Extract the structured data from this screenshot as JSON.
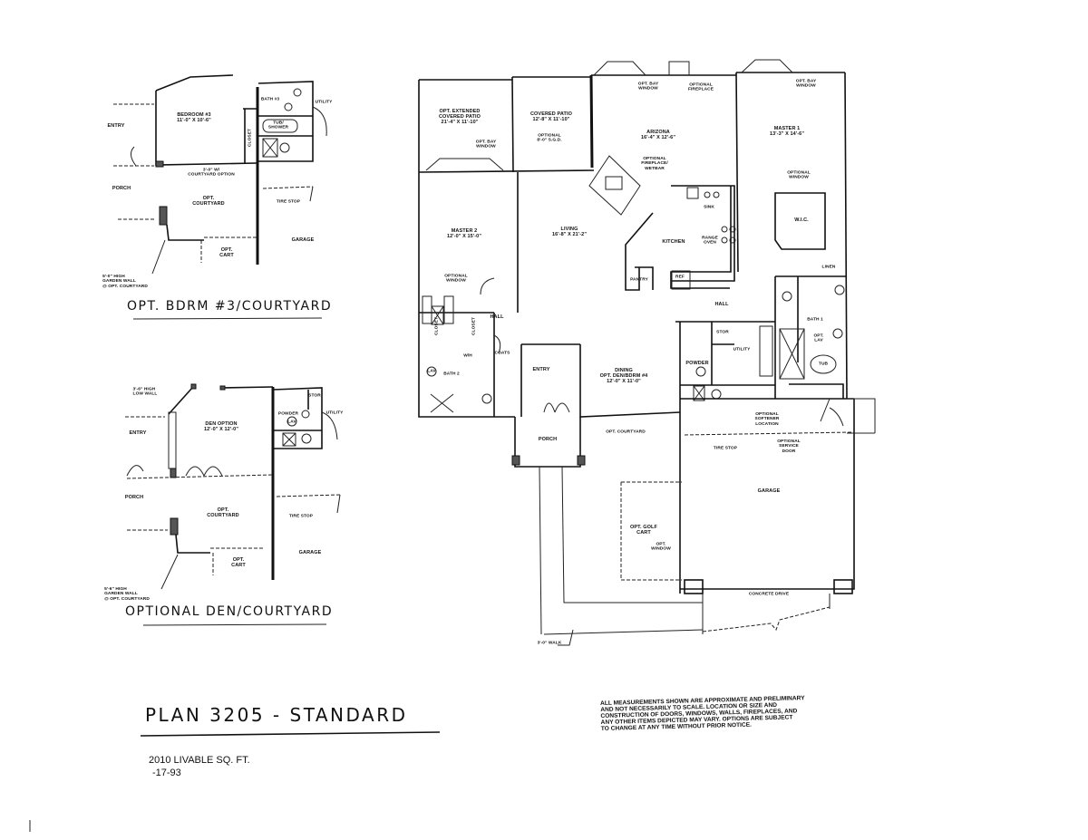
{
  "inset_bedroom3": {
    "title": "OPT. BDRM #3/COURTYARD",
    "entry": "ENTRY",
    "bedroom": "BEDROOM #3\n11'-0\" X 10'-6\"",
    "bath": "BATH #3",
    "utility": "UTILITY",
    "tub": "TUB/\nSHOWER",
    "closet": "CLOSET",
    "door_note": "3'-0\" W/\nCOURTYARD OPTION",
    "porch": "PORCH",
    "courtyard": "OPT.\nCOURTYARD",
    "tire_stop": "TIRE STOP",
    "garage": "GARAGE",
    "cart": "OPT.\nCART",
    "garden_wall": "5'-0\" HIGH\nGARDEN WALL\n@ OPT. COURTYARD"
  },
  "inset_den": {
    "title": "OPTIONAL DEN/COURTYARD",
    "low_wall": "3'-6\" HIGH\nLOW WALL",
    "entry": "ENTRY",
    "den": "DEN OPTION\n12'-0\" X 12'-0\"",
    "stor": "STOR",
    "utility": "UTILITY",
    "powder": "POWDER",
    "lav": "LAV",
    "porch": "PORCH",
    "courtyard": "OPT.\nCOURTYARD",
    "tire_stop": "TIRE STOP",
    "garage": "GARAGE",
    "cart": "OPT.\nCART",
    "garden_wall": "5'-6\" HIGH\nGARDEN WALL\n@ OPT. COURTYARD"
  },
  "main_plan": {
    "ext_patio": "OPT. EXTENDED\nCOVERED PATIO\n21'-4\" X 11'-10\"",
    "covered_patio": "COVERED PATIO\n12'-8\" X 11'-10\"",
    "optional_sgd": "OPTIONAL\n8'-0\" S.G.D.",
    "bay_window_patio": "OPT. BAY\nWINDOW",
    "bay_window_arizona": "OPT. BAY\nWINDOW",
    "optional_fireplace_top": "OPTIONAL\nFIREPLACE",
    "bay_window_master": "OPT. BAY\nWINDOW",
    "arizona": "ARIZONA\n16'-4\" X 12'-6\"",
    "master1": "MASTER 1\n13'-3\" X 14'-6\"",
    "optional_window_master1": "OPTIONAL\nWINDOW",
    "fireplace_wetbar": "OPTIONAL\nFIREPLACE/\nWETBAR",
    "master2": "MASTER 2\n12'-0\" X 15'-0\"",
    "living": "LIVING\n16'-8\" X 21'-2\"",
    "kitchen": "KITCHEN",
    "range": "RANGE\nOVEN",
    "sink": "SINK",
    "wic": "W.I.C.",
    "linen": "LINEN",
    "pantry": "PANTRY",
    "ref": "REF",
    "optional_window_master2": "OPTIONAL\nWINDOW",
    "hall_left": "HALL",
    "hall_right": "HALL",
    "closet_1": "CLOSET",
    "closet_2": "CLOSET",
    "coats": "COATS",
    "wh": "W/H",
    "bath2": "BATH 2",
    "lav_bath2": "LAV",
    "entry": "ENTRY",
    "dining": "DINING\nOPT. DEN/BDRM #4\n12'-0\" X 11'-0\"",
    "powder": "POWDER",
    "stor": "STOR",
    "utility": "UTILITY",
    "bath1": "BATH 1",
    "opt_lav": "OPT.\nLAV",
    "tub": "TUB",
    "softener": "OPTIONAL\nSOFTENER\nLOCATION",
    "tire_stop": "TIRE STOP",
    "service_door": "OPTIONAL\nSERVICE\nDOOR",
    "porch": "PORCH",
    "opt_courtyard": "OPT. COURTYARD",
    "garage": "GARAGE",
    "golf_cart": "OPT. GOLF\nCART",
    "opt_window": "OPT.\nWINDOW",
    "drive": "CONCRETE DRIVE",
    "walk": "3'-0\" WALK"
  },
  "footer": {
    "plan_title": "PLAN 3205 - STANDARD",
    "sqft": "2010 LIVABLE SQ. FT.",
    "date": "-17-93",
    "disclaimer": "ALL MEASUREMENTS SHOWN ARE APPROXIMATE AND PRELIMINARY\nAND NOT NECESSARILY TO SCALE. LOCATION OR SIZE AND\nCONSTRUCTION OF DOORS, WINDOWS, WALLS, FIREPLACES, AND\nANY OTHER ITEMS DEPICTED MAY VARY. OPTIONS ARE SUBJECT\nTO CHANGE AT ANY TIME WITHOUT PRIOR NOTICE."
  }
}
